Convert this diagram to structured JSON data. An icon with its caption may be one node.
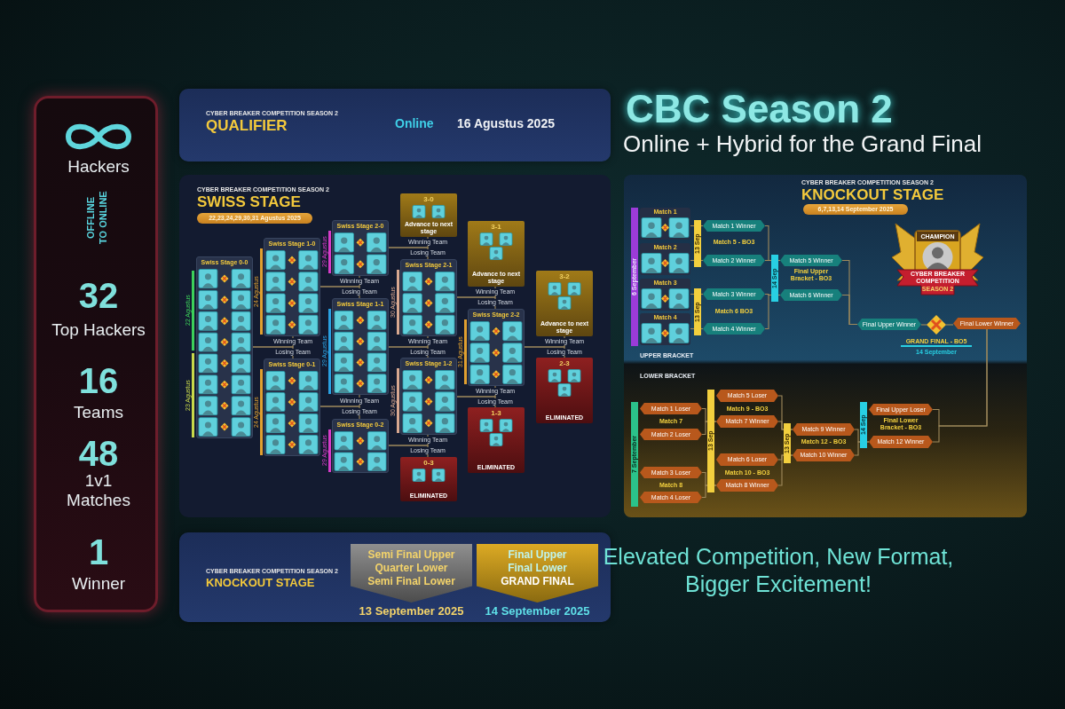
{
  "diagram": {
    "title": "CBC Season 2",
    "caption": "Elevated Competition, New Format, Bigger Excitement!",
    "nodes": [
      {
        "text": [
          "Hackers",
          "OFFLINE TO ONLINE",
          "32",
          "Top Hackers",
          "16",
          "Teams",
          "48",
          "1v1 Matches",
          "1",
          "Winner"
        ]
      },
      {
        "text": [
          "CYBER BREAKER COMPETITION SEASON 2",
          "QUALIFIER",
          "Online",
          "16 Agustus 2025"
        ]
      },
      {
        "text": [
          "CYBER BREAKER COMPETITION SEASON 2",
          "SWISS STAGE",
          "22,23,24,29,30,31 Agustus 2025"
        ]
      },
      {
        "text": [
          "Swiss Stage 0-0"
        ],
        "in": 2
      },
      {
        "text": [
          "Swiss Stage 1-0"
        ],
        "in": 2
      },
      {
        "text": [
          "Swiss Stage 0-1"
        ],
        "in": 2
      },
      {
        "text": [
          "Swiss Stage 2-0"
        ],
        "in": 2
      },
      {
        "text": [
          "Swiss Stage 1-1"
        ],
        "in": 2
      },
      {
        "text": [
          "Swiss Stage 0-2"
        ],
        "in": 2
      },
      {
        "text": [
          "Swiss Stage 2-1"
        ],
        "in": 2
      },
      {
        "text": [
          "Swiss Stage 1-2"
        ],
        "in": 2
      },
      {
        "text": [
          "Swiss Stage 2-2"
        ],
        "in": 2
      },
      {
        "text": [
          "3-0",
          "Advance to next stage"
        ],
        "in": 2
      },
      {
        "text": [
          "3-1",
          "Advance to next stage"
        ],
        "in": 2
      },
      {
        "text": [
          "3-2",
          "Advance to next stage"
        ],
        "in": 2
      },
      {
        "text": [
          "2-3",
          "ELIMINATED"
        ],
        "in": 2
      },
      {
        "text": [
          "1-3",
          "ELIMINATED"
        ],
        "in": 2
      },
      {
        "text": [
          "0-3",
          "ELIMINATED"
        ],
        "in": 2
      },
      {
        "text": [
          "CYBER BREAKER COMPETITION SEASON 2",
          "KNOCKOUT STAGE",
          "6,7,13,14 September 2025"
        ]
      },
      {
        "text": [
          "Match 1"
        ],
        "in": 18
      },
      {
        "text": [
          "Match 2"
        ],
        "in": 18
      },
      {
        "text": [
          "Match 3"
        ],
        "in": 18
      },
      {
        "text": [
          "Match 4"
        ],
        "in": 18
      },
      {
        "text": [
          "Match 1 Winner"
        ],
        "in": 18
      },
      {
        "text": [
          "Match 2 Winner"
        ],
        "in": 18
      },
      {
        "text": [
          "Match 3 Winner"
        ],
        "in": 18
      },
      {
        "text": [
          "Match 4 Winner"
        ],
        "in": 18
      },
      {
        "text": [
          "Match 5 Winner"
        ],
        "in": 18
      },
      {
        "text": [
          "Match 6 Winner"
        ],
        "in": 18
      },
      {
        "text": [
          "CHAMPION",
          "CYBER BREAKER COMPETITION",
          "SEASON 2"
        ],
        "in": 18
      },
      {
        "text": [
          "Final Upper Winner"
        ],
        "in": 18
      },
      {
        "text": [],
        "shape": "diamond",
        "in": 18,
        "beside": [
          "GRAND FINAL - BO5",
          "14 September"
        ]
      },
      {
        "text": [
          "Final Lower Winner"
        ],
        "in": 18
      },
      {
        "text": [
          "Match 1 Loser"
        ],
        "in": 18
      },
      {
        "text": [
          "Match 2 Loser"
        ],
        "in": 18
      },
      {
        "text": [
          "Match 3 Loser"
        ],
        "in": 18
      },
      {
        "text": [
          "Match 4 Loser"
        ],
        "in": 18
      },
      {
        "text": [
          "Match 5 Loser"
        ],
        "in": 18
      },
      {
        "text": [
          "Match 7 Winner"
        ],
        "in": 18
      },
      {
        "text": [
          "Match 6 Loser"
        ],
        "in": 18
      },
      {
        "text": [
          "Match 8 Winner"
        ],
        "in": 18
      },
      {
        "text": [
          "Match 9 Winner"
        ],
        "in": 18
      },
      {
        "text": [
          "Match 10 Winner"
        ],
        "in": 18
      },
      {
        "text": [
          "Final Upper Loser"
        ],
        "in": 18
      },
      {
        "text": [
          "Match 12 Winner"
        ],
        "in": 18
      },
      {
        "text": [
          "CYBER BREAKER COMPETITION SEASON 2",
          "KNOCKOUT STAGE"
        ]
      },
      {
        "text": [
          "Semi Final Upper",
          "Quarter Lower",
          "Semi Final Lower"
        ],
        "in": 45,
        "beside": [
          "13 September 2025"
        ]
      },
      {
        "text": [
          "Final Upper",
          "Final Lower",
          "GRAND FINAL"
        ],
        "in": 45,
        "beside": [
          "14 September 2025"
        ]
      }
    ],
    "edges": [
      {
        "from": 3,
        "to": 4,
        "arrow": "none",
        "label": "Winning Team"
      },
      {
        "from": 3,
        "to": 5,
        "arrow": "none",
        "label": "Losing Team"
      },
      {
        "from": 4,
        "to": 6,
        "arrow": "none",
        "label": "Winning Team"
      },
      {
        "from": 4,
        "to": 7,
        "arrow": "none",
        "label": "Losing Team"
      },
      {
        "from": 5,
        "to": 7,
        "arrow": "none",
        "label": "Winning Team"
      },
      {
        "from": 5,
        "to": 8,
        "arrow": "none",
        "label": "Losing Team"
      },
      {
        "from": 6,
        "to": 12,
        "arrow": "none",
        "label": "Winning Team"
      },
      {
        "from": 6,
        "to": 9,
        "arrow": "none",
        "label": "Losing Team"
      },
      {
        "from": 7,
        "to": 9,
        "arrow": "none",
        "label": "Winning Team"
      },
      {
        "from": 7,
        "to": 10,
        "arrow": "none",
        "label": "Losing Team"
      },
      {
        "from": 8,
        "to": 10,
        "arrow": "none",
        "label": "Winning Team"
      },
      {
        "from": 8,
        "to": 17,
        "arrow": "none",
        "label": "Losing Team"
      },
      {
        "from": 9,
        "to": 13,
        "arrow": "none",
        "label": "Winning Team"
      },
      {
        "from": 9,
        "to": 11,
        "arrow": "none",
        "label": "Losing Team"
      },
      {
        "from": 10,
        "to": 11,
        "arrow": "none",
        "label": "Winning Team"
      },
      {
        "from": 10,
        "to": 16,
        "arrow": "none",
        "label": "Losing Team"
      },
      {
        "from": 11,
        "to": 14,
        "arrow": "none",
        "label": "Winning Team"
      },
      {
        "from": 11,
        "to": 15,
        "arrow": "none",
        "label": "Losing Team"
      },
      {
        "from": 19,
        "to": 23,
        "arrow": "none"
      },
      {
        "from": 20,
        "to": 24,
        "arrow": "none"
      },
      {
        "from": 21,
        "to": 25,
        "arrow": "none"
      },
      {
        "from": 22,
        "to": 26,
        "arrow": "none"
      },
      {
        "from": 23,
        "to": 27,
        "arrow": "none"
      },
      {
        "from": 24,
        "to": 27,
        "arrow": "none"
      },
      {
        "from": 25,
        "to": 28,
        "arrow": "none"
      },
      {
        "from": 26,
        "to": 28,
        "arrow": "none"
      },
      {
        "from": 27,
        "to": 30,
        "arrow": "none"
      },
      {
        "from": 28,
        "to": 30,
        "arrow": "none"
      },
      {
        "from": 30,
        "to": 31,
        "arrow": "none"
      },
      {
        "from": 32,
        "to": 31,
        "arrow": "none"
      },
      {
        "from": 33,
        "to": 38,
        "arrow": "none"
      },
      {
        "from": 34,
        "to": 38,
        "arrow": "none"
      },
      {
        "from": 35,
        "to": 40,
        "arrow": "none"
      },
      {
        "from": 36,
        "to": 40,
        "arrow": "none"
      },
      {
        "from": 37,
        "to": 41,
        "arrow": "none"
      },
      {
        "from": 38,
        "to": 41,
        "arrow": "none"
      },
      {
        "from": 39,
        "to": 42,
        "arrow": "none"
      },
      {
        "from": 40,
        "to": 42,
        "arrow": "none"
      },
      {
        "from": 41,
        "to": 44,
        "arrow": "none"
      },
      {
        "from": 42,
        "to": 44,
        "arrow": "none"
      },
      {
        "from": 43,
        "to": 32,
        "arrow": "none"
      },
      {
        "from": 44,
        "to": 32,
        "arrow": "none"
      }
    ],
    "labels": [
      "Online + Hybrid for the Grand Final",
      "22 Agustus",
      "23 Agustus",
      "24 Agustus",
      "24 Agustus",
      "29 Agustus",
      "29 Agustus",
      "29 Agustus",
      "30 Agustus",
      "30 Agustus",
      "31 Agustus",
      "6 September",
      "13 Sep",
      "13 Sep",
      "14 Sep",
      "Match 5 - BO3",
      "Match 6 BO3",
      "Final Upper Bracket - BO3",
      "UPPER BRACKET",
      "LOWER BRACKET",
      "7 September",
      "Match 7",
      "Match 8",
      "13 Sep",
      "Match 9 - BO3",
      "Match 10 - BO3",
      "13 Sep",
      "Match 12 - BO3",
      "14 Sep",
      "Final Lower Bracket - BO3"
    ]
  }
}
